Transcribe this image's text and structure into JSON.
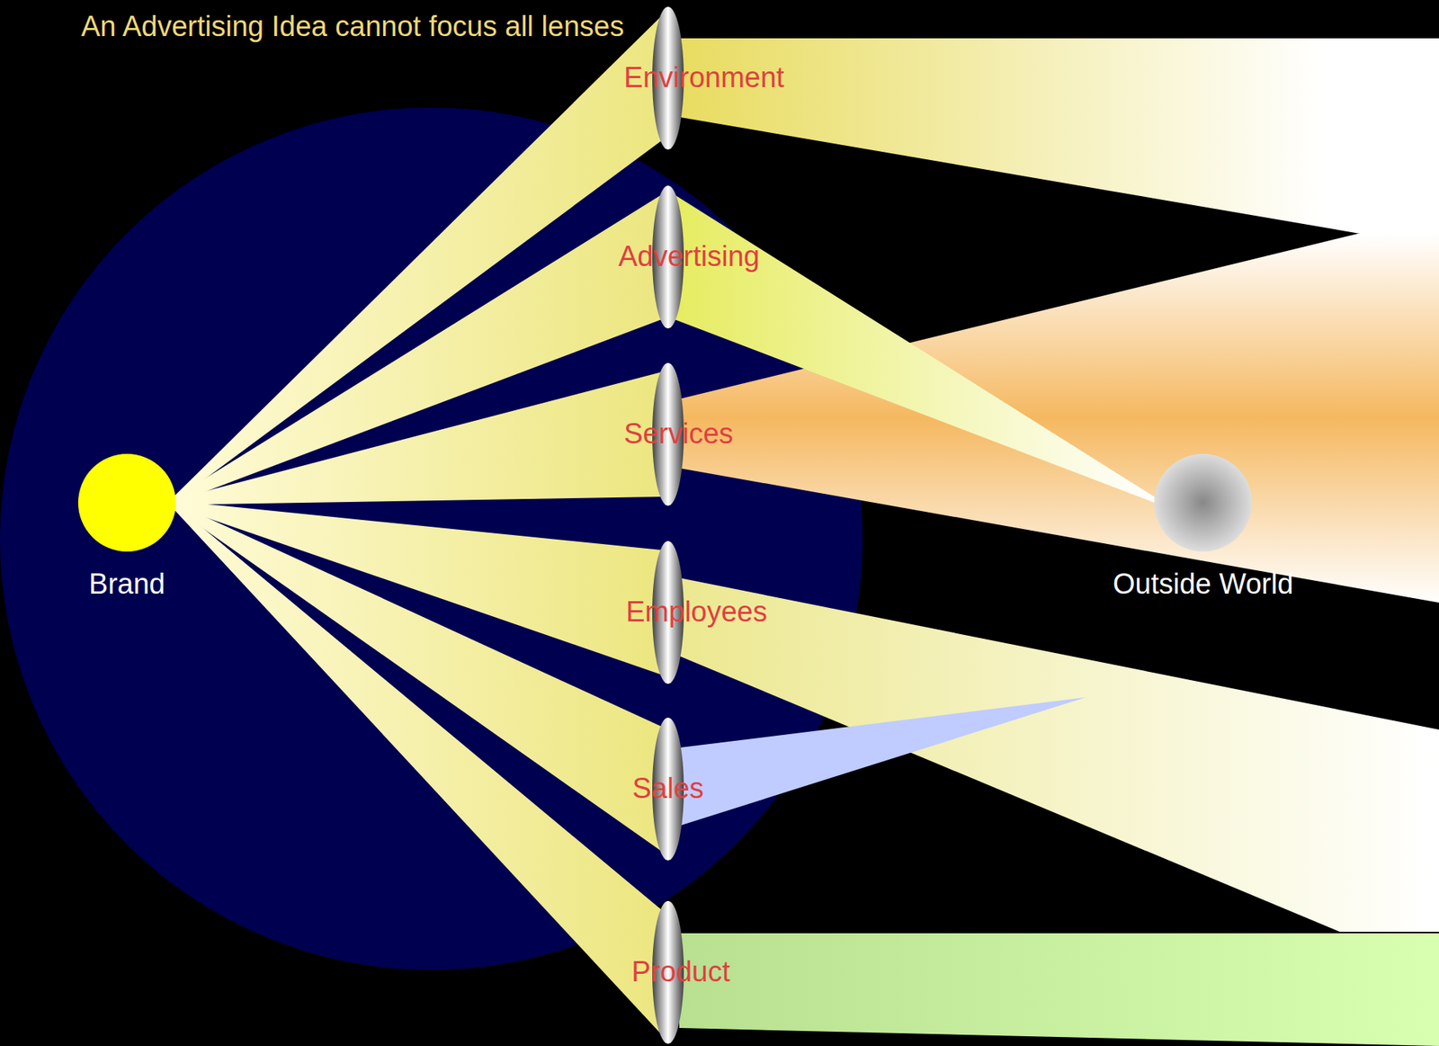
{
  "diagram": {
    "title": "An Advertising Idea cannot focus all lenses",
    "nodes": [
      {
        "text": [
          "Brand"
        ]
      },
      {
        "text": [
          "Environment"
        ]
      },
      {
        "text": [
          "Advertising"
        ]
      },
      {
        "text": [
          "Services"
        ]
      },
      {
        "text": [
          "Employees"
        ]
      },
      {
        "text": [
          "Sales"
        ]
      },
      {
        "text": [
          "Product"
        ]
      },
      {
        "text": [
          "Outside World"
        ]
      }
    ],
    "edges": [
      {
        "from": 0,
        "to": 1,
        "arrow": "none"
      },
      {
        "from": 0,
        "to": 2,
        "arrow": "none"
      },
      {
        "from": 0,
        "to": 3,
        "arrow": "none"
      },
      {
        "from": 0,
        "to": 4,
        "arrow": "none"
      },
      {
        "from": 0,
        "to": 5,
        "arrow": "none"
      },
      {
        "from": 0,
        "to": 6,
        "arrow": "none"
      },
      {
        "from": 2,
        "to": 7,
        "arrow": "none"
      }
    ]
  }
}
